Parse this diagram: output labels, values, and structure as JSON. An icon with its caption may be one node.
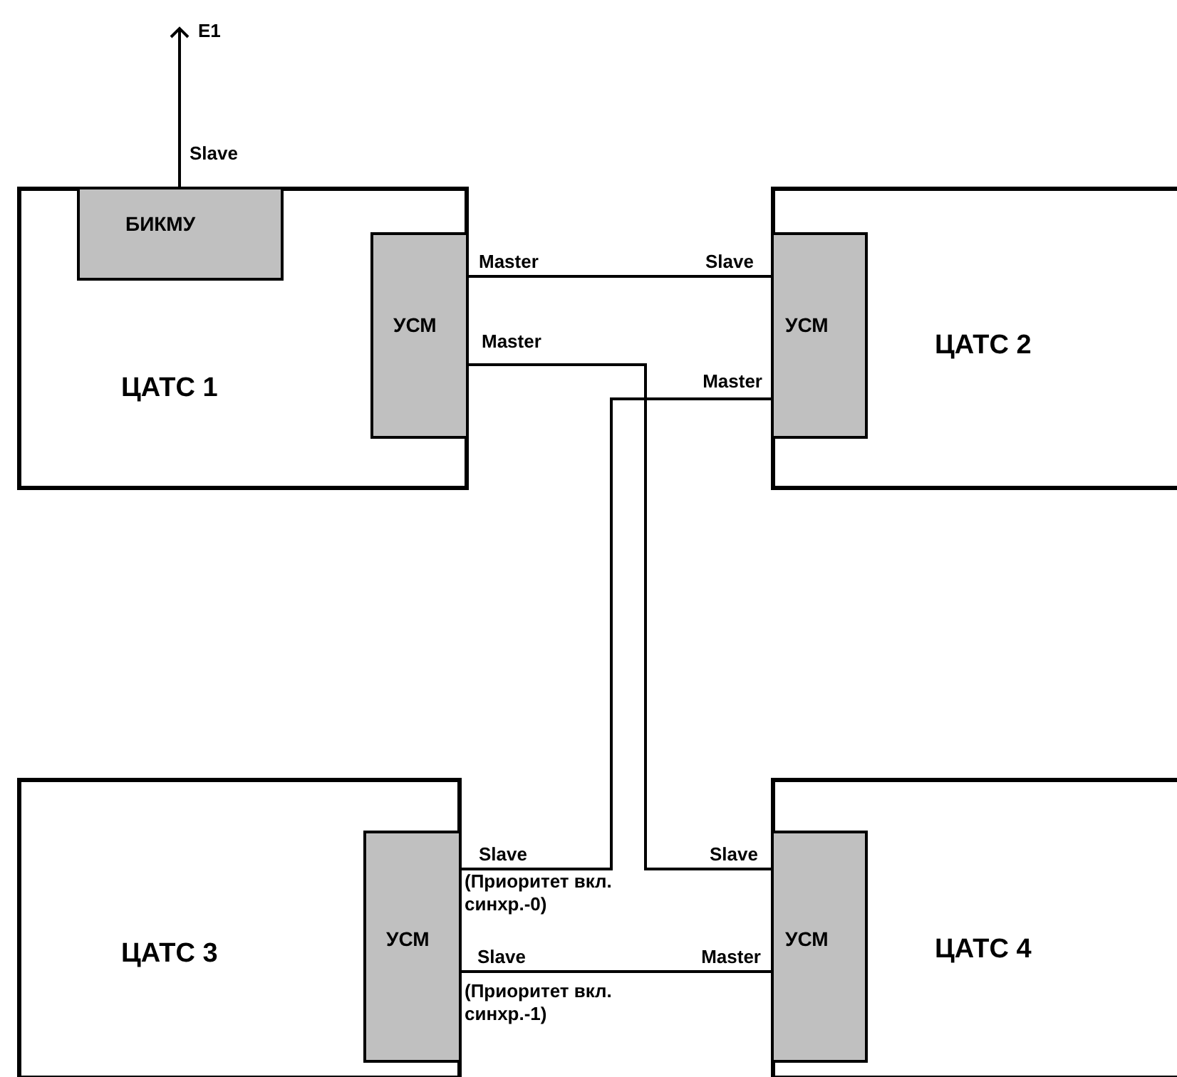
{
  "diagram": {
    "nodes": [
      {
        "text": [
          "ЦАТС 1"
        ]
      },
      {
        "text": [
          "БИКМУ"
        ],
        "in": 0
      },
      {
        "text": [
          "УСМ"
        ],
        "in": 0
      },
      {
        "text": [
          "ЦАТС 2"
        ]
      },
      {
        "text": [
          "УСМ"
        ],
        "in": 3
      },
      {
        "text": [
          "ЦАТС 3"
        ]
      },
      {
        "text": [
          "УСМ"
        ],
        "in": 5
      },
      {
        "text": [
          "ЦАТС 4"
        ]
      },
      {
        "text": [
          "УСМ"
        ],
        "in": 7
      }
    ],
    "edges": [
      {
        "from": 1,
        "to": null,
        "arrow": "to",
        "label": "E1"
      },
      {
        "from": 2,
        "to": 4,
        "arrow": "none"
      },
      {
        "from": 2,
        "to": 8,
        "arrow": "none"
      },
      {
        "from": 4,
        "to": 6,
        "arrow": "none"
      },
      {
        "from": 6,
        "to": 8,
        "arrow": "none"
      }
    ],
    "labels": [
      "Slave",
      "Master",
      "Slave",
      "Master",
      "Master",
      "Slave",
      "(Приоритет вкл. синхр.-0)",
      "Slave",
      "Slave",
      "Master",
      "(Приоритет вкл. синхр.-1)"
    ]
  }
}
